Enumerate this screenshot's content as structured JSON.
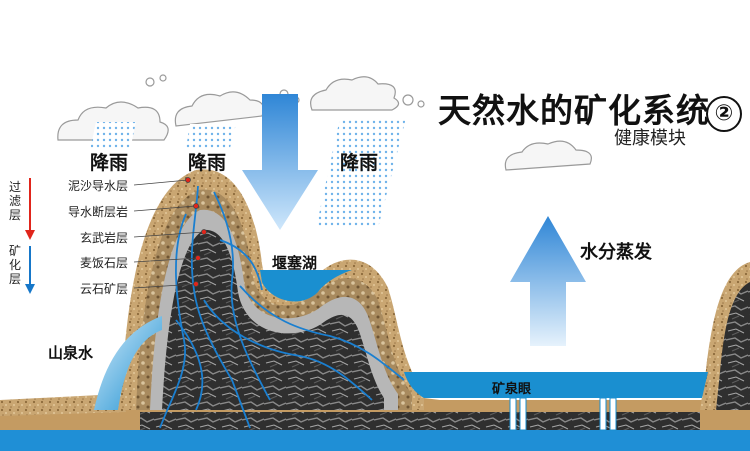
{
  "title": "天然水的矿化系统",
  "title_number": "②",
  "subtitle": "健康模块",
  "rain_labels": [
    "降雨",
    "降雨",
    "降雨"
  ],
  "layers": [
    "泥沙导水层",
    "导水断层岩",
    "玄武岩层",
    "麦饭石层",
    "云石矿层"
  ],
  "side_labels": {
    "filter": "过滤层",
    "mineral": "矿化层"
  },
  "labels": {
    "barrier_lake": "堰塞湖",
    "evaporation": "水分蒸发",
    "spring": "山泉水",
    "mineral_eye": "矿泉眼"
  },
  "colors": {
    "water": "#1a8fd0",
    "arrow_red": "#e0251b",
    "arrow_blue": "#1677c9",
    "sand": "#c9a672",
    "rock": "#3a3a3a"
  }
}
